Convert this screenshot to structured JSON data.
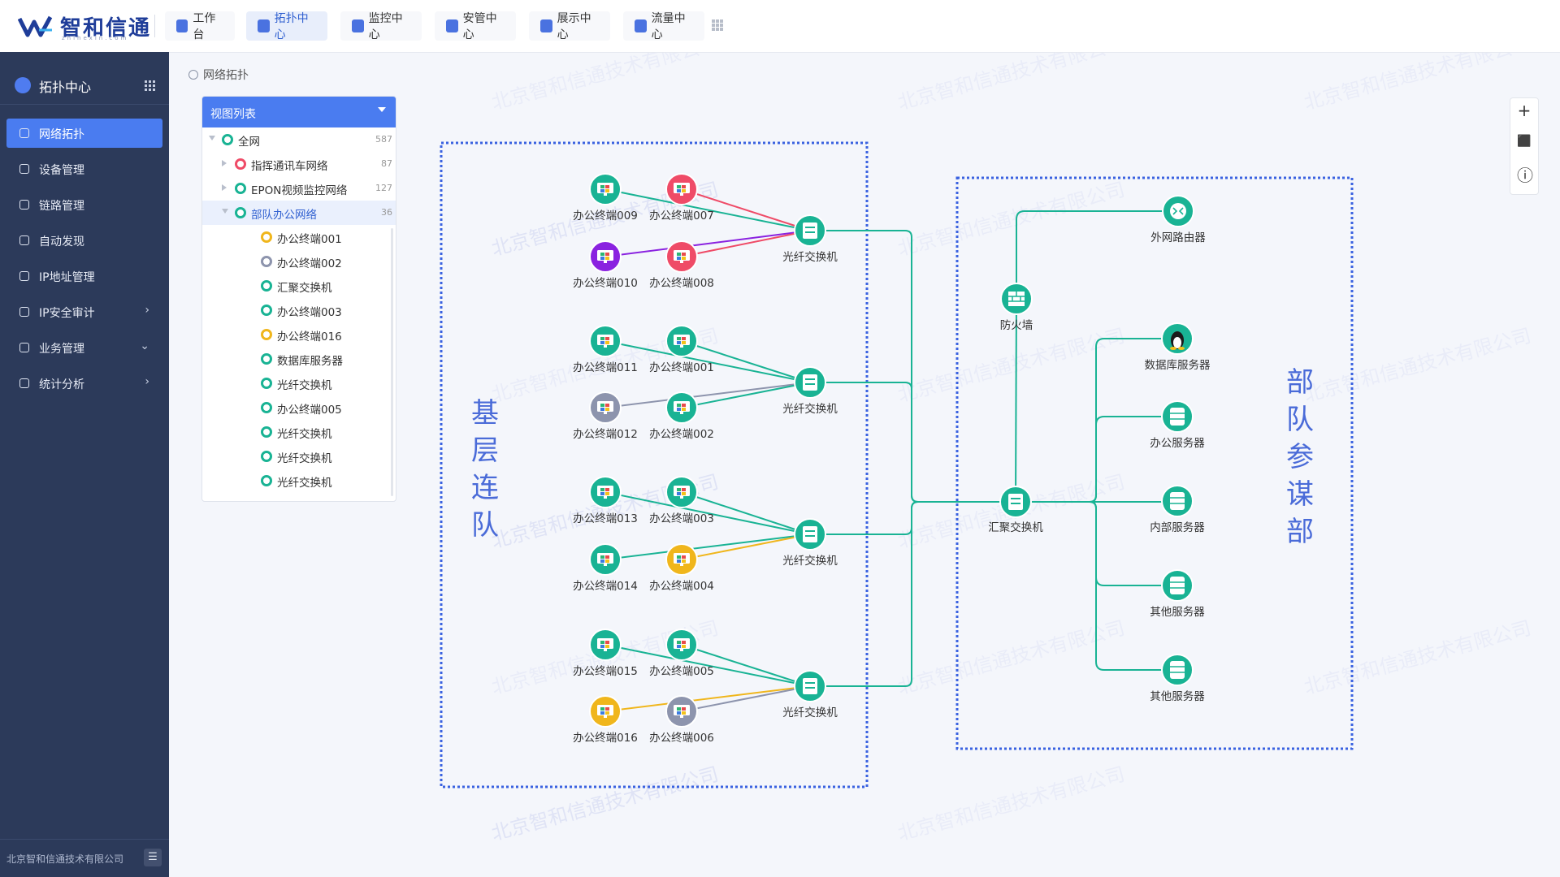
{
  "brand": {
    "name": "智和信通",
    "sub": "zhihexin.com"
  },
  "nav_tabs": [
    {
      "label": "工作台",
      "active": false
    },
    {
      "label": "拓扑中心",
      "active": true
    },
    {
      "label": "监控中心",
      "active": false
    },
    {
      "label": "安管中心",
      "active": false
    },
    {
      "label": "展示中心",
      "active": false
    },
    {
      "label": "流量中心",
      "active": false
    }
  ],
  "sidebar": {
    "title": "拓扑中心",
    "items": [
      {
        "label": "网络拓扑",
        "icon": "topology-icon",
        "active": true
      },
      {
        "label": "设备管理",
        "icon": "device-icon"
      },
      {
        "label": "链路管理",
        "icon": "link-icon"
      },
      {
        "label": "自动发现",
        "icon": "discover-icon"
      },
      {
        "label": "IP地址管理",
        "icon": "ip-icon"
      },
      {
        "label": "IP安全审计",
        "icon": "shield-icon",
        "chevron": "›"
      },
      {
        "label": "业务管理",
        "icon": "business-icon",
        "chevron": "⌄"
      },
      {
        "label": "统计分析",
        "icon": "chart-icon",
        "chevron": "›"
      }
    ],
    "footer": "北京智和信通技术有限公司"
  },
  "breadcrumb": "网络拓扑",
  "view_panel": {
    "title": "视图列表",
    "tree": [
      {
        "label": "全网",
        "count": "587",
        "level": 0,
        "expand": "down"
      },
      {
        "label": "指挥通讯车网络",
        "count": "87",
        "level": 1,
        "expand": "right"
      },
      {
        "label": "EPON视频监控网络",
        "count": "127",
        "level": 1,
        "expand": "right"
      },
      {
        "label": "部队办公网络",
        "count": "36",
        "level": 1,
        "expand": "down",
        "selected": true
      },
      {
        "label": "办公终端001",
        "level": 2
      },
      {
        "label": "办公终端002",
        "level": 2
      },
      {
        "label": "汇聚交换机",
        "level": 2
      },
      {
        "label": "办公终端003",
        "level": 2
      },
      {
        "label": "办公终端016",
        "level": 2
      },
      {
        "label": "数据库服务器",
        "level": 2
      },
      {
        "label": "光纤交换机",
        "level": 2
      },
      {
        "label": "办公终端005",
        "level": 2
      },
      {
        "label": "光纤交换机",
        "level": 2
      },
      {
        "label": "光纤交换机",
        "level": 2
      },
      {
        "label": "光纤交换机",
        "level": 2
      }
    ]
  },
  "watermark": "北京智和信通技术有限公司",
  "groups": {
    "left": "基层连队",
    "right": "部队参谋部"
  },
  "colors": {
    "green": "#19b394",
    "red": "#ef4b67",
    "purple": "#8a22e0",
    "gray": "#8d94ad",
    "yellow": "#f0b61c",
    "blue": "#4a7cf0"
  },
  "topology": {
    "terminals": [
      {
        "label": "办公终端009",
        "status": "green"
      },
      {
        "label": "办公终端007",
        "status": "red"
      },
      {
        "label": "办公终端010",
        "status": "purple"
      },
      {
        "label": "办公终端008",
        "status": "red"
      },
      {
        "label": "办公终端011",
        "status": "green"
      },
      {
        "label": "办公终端001",
        "status": "green"
      },
      {
        "label": "办公终端012",
        "status": "gray"
      },
      {
        "label": "办公终端002",
        "status": "green"
      },
      {
        "label": "办公终端013",
        "status": "green"
      },
      {
        "label": "办公终端003",
        "status": "green"
      },
      {
        "label": "办公终端014",
        "status": "green"
      },
      {
        "label": "办公终端004",
        "status": "yellow"
      },
      {
        "label": "办公终端015",
        "status": "green"
      },
      {
        "label": "办公终端005",
        "status": "green"
      },
      {
        "label": "办公终端016",
        "status": "yellow"
      },
      {
        "label": "办公终端006",
        "status": "gray"
      }
    ],
    "switches": [
      {
        "label": "光纤交换机"
      },
      {
        "label": "光纤交换机"
      },
      {
        "label": "光纤交换机"
      },
      {
        "label": "光纤交换机"
      }
    ],
    "core": {
      "label": "汇聚交换机"
    },
    "firewall": {
      "label": "防火墙"
    },
    "router": {
      "label": "外网路由器"
    },
    "servers": [
      {
        "label": "数据库服务器",
        "icon": "linux-icon"
      },
      {
        "label": "办公服务器",
        "icon": "server-icon"
      },
      {
        "label": "内部服务器",
        "icon": "server-icon"
      },
      {
        "label": "其他服务器",
        "icon": "server-icon"
      },
      {
        "label": "其他服务器",
        "icon": "server-icon"
      }
    ]
  },
  "zoom_tools": [
    "+",
    "⬛",
    "ⓘ"
  ]
}
